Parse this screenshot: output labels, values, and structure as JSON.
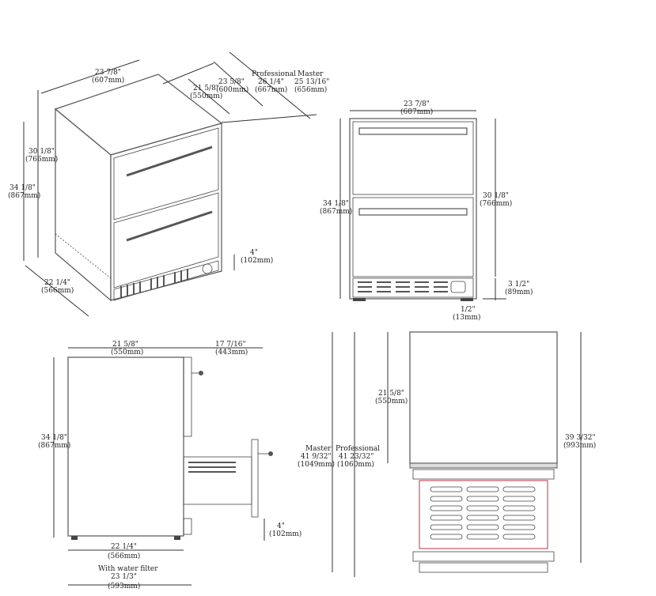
{
  "iso_view": {
    "width_top": "23 7/8\"",
    "width_top_mm": "(607mm)",
    "depth1": "21 5/8\"",
    "depth1_mm": "(550mm)",
    "depth2": "23 5/8\"",
    "depth2_mm": "(600mm)",
    "professional_label": "Professional",
    "professional_val": "26 1/4\"",
    "professional_mm": "(667mm)",
    "master_label": "Master",
    "master_val": "25 13/16\"",
    "master_mm": "(656mm)",
    "height_box": "30 1/8\"",
    "height_box_mm": "(766mm)",
    "height_total": "34 1/8\"",
    "height_total_mm": "(867mm)",
    "depth_bottom": "22 1/4\"",
    "depth_bottom_mm": "(566mm)",
    "kick": "4\"",
    "kick_mm": "(102mm)"
  },
  "front_view": {
    "width": "23 7/8\"",
    "width_mm": "(607mm)",
    "height_total": "34 1/8\"",
    "height_total_mm": "(867mm)",
    "height_box": "30 1/8\"",
    "height_box_mm": "(766mm)",
    "kick": "3 1/2\"",
    "kick_mm": "(89mm)",
    "foot": "1/2\"",
    "foot_mm": "(13mm)"
  },
  "side_view": {
    "depth": "21 5/8\"",
    "depth_mm": "(550mm)",
    "drawer_ext": "17 7/16\"",
    "drawer_ext_mm": "(443mm)",
    "height": "34 1/8\"",
    "height_mm": "(867mm)",
    "kick": "4\"",
    "kick_mm": "(102mm)",
    "depth_bottom": "22 1/4\"",
    "depth_bottom_mm": "(566mm)",
    "filter_label": "With water filter",
    "filter_val": "23 1/3\"",
    "filter_mm": "(593mm)"
  },
  "top_view": {
    "depth": "21 5/8\"",
    "depth_mm": "(550mm)",
    "master_label": "Master",
    "master_val": "41 9/32\"",
    "master_mm": "(1049mm)",
    "professional_label": "Professional",
    "professional_val": "41 23/32\"",
    "professional_mm": "(1060mm)",
    "total": "39 3/32\"",
    "total_mm": "(993mm)"
  }
}
